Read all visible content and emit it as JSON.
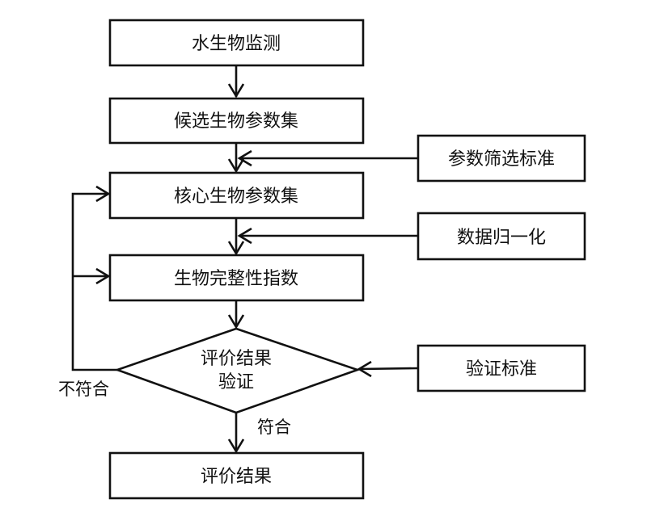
{
  "nodes": {
    "water_monitoring": "水生物监测",
    "candidate_params": "候选生物参数集",
    "core_params": "核心生物参数集",
    "integrity_index": "生物完整性指数",
    "evaluate_line1": "评价结果",
    "evaluate_line2": "验证",
    "final_result": "评价结果",
    "param_criteria": "参数筛选标准",
    "normalization": "数据归一化",
    "verification_criteria": "验证标准"
  },
  "edge_labels": {
    "not_meet": "不符合",
    "meet": "符合"
  }
}
